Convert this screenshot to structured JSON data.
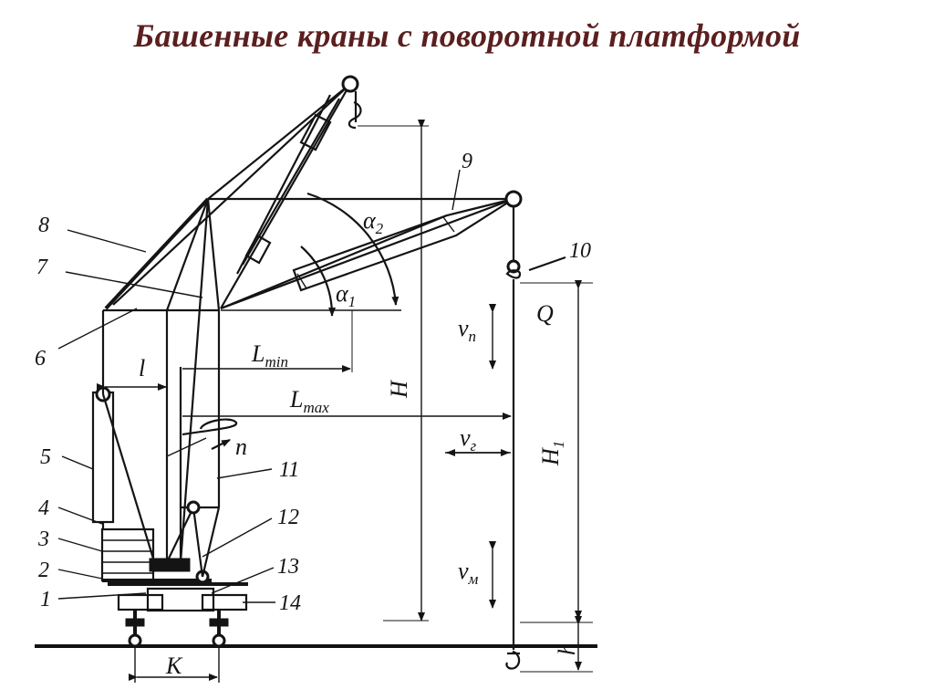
{
  "slide": {
    "title": "Башенные краны с поворотной платформой"
  },
  "diagram": {
    "part_numbers": [
      "1",
      "2",
      "3",
      "4",
      "5",
      "6",
      "7",
      "8",
      "9",
      "10",
      "11",
      "12",
      "13",
      "14"
    ],
    "dimension_labels": {
      "H": "H",
      "H1_main": "H",
      "H1_sub": "1",
      "h": "h",
      "K": "K",
      "l": "l",
      "L_min_main": "L",
      "L_min_sub": "min",
      "L_max_main": "L",
      "L_max_sub": "max",
      "Q": "Q",
      "n": "n",
      "alpha1_main": "α",
      "alpha1_sub": "1",
      "alpha2_main": "α",
      "alpha2_sub": "2",
      "v_p_main": "v",
      "v_p_sub": "п",
      "v_g_main": "v",
      "v_g_sub": "г",
      "v_m_main": "v",
      "v_m_sub": "м"
    }
  }
}
